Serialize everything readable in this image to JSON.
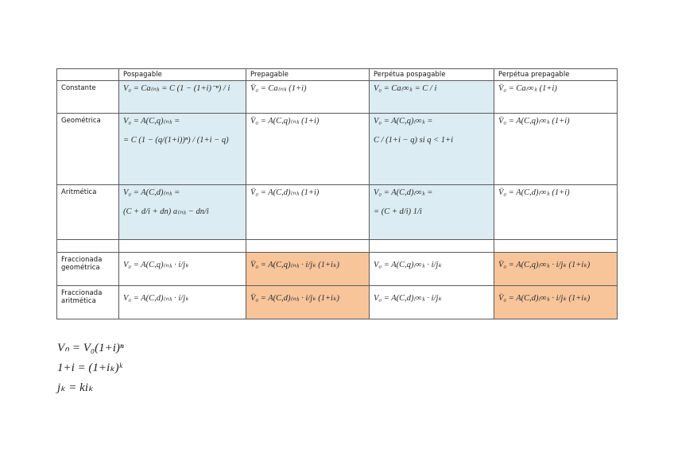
{
  "table": {
    "headers": [
      "",
      "Pospagable",
      "Prepagable",
      "Perpétua pospagable",
      "Perpétua prepagable"
    ],
    "rows": [
      {
        "label": "Constante",
        "cells": [
          {
            "f1": "V₀ = Ca₍ₙ₎ᵢ = C (1 − (1+i)⁻ⁿ) / i",
            "f2": "",
            "color": "blue"
          },
          {
            "f1": "V̈₀ = Ca₍ₙ₎ᵢ (1+i)",
            "f2": "",
            "color": "none"
          },
          {
            "f1": "V₀ = Ca₍∞₎ᵢ = C / i",
            "f2": "",
            "color": "blue"
          },
          {
            "f1": "V̈₀ = Ca₍∞₎ᵢ (1+i)",
            "f2": "",
            "color": "none"
          }
        ]
      },
      {
        "label": "Geométrica",
        "cells": [
          {
            "f1": "V₀ = A(C,q)₍ₙ₎ᵢ =",
            "f2": "= C (1 − (q/(1+i))ⁿ) / (1+i − q)",
            "color": "blue"
          },
          {
            "f1": "V̈₀ = A(C,q)₍ₙ₎ᵢ (1+i)",
            "f2": "",
            "color": "none"
          },
          {
            "f1": "V₀ = A(C,q)₍∞₎ᵢ =",
            "f2": "C / (1+i − q)   si q < 1+i",
            "color": "blue"
          },
          {
            "f1": "V̈₀ = A(C,q)₍∞₎ᵢ (1+i)",
            "f2": "",
            "color": "none"
          }
        ]
      },
      {
        "label": "Aritmética",
        "cells": [
          {
            "f1": "V₀ = A(C,d)₍ₙ₎ᵢ =",
            "f2": "(C + d/i + dn) a₍ₙ₎ᵢ − dn/i",
            "color": "blue"
          },
          {
            "f1": "V̈₀ = A(C,d)₍ₙ₎ᵢ (1+i)",
            "f2": "",
            "color": "none"
          },
          {
            "f1": "V₀ = A(C,d)₍∞₎ᵢ =",
            "f2": "= (C + d/i) 1/i",
            "color": "blue"
          },
          {
            "f1": "V̈₀ = A(C,d)₍∞₎ᵢ (1+i)",
            "f2": "",
            "color": "none"
          }
        ]
      },
      {
        "label": "",
        "cells": [
          {
            "f1": "",
            "f2": "",
            "color": "none"
          },
          {
            "f1": "",
            "f2": "",
            "color": "none"
          },
          {
            "f1": "",
            "f2": "",
            "color": "none"
          },
          {
            "f1": "",
            "f2": "",
            "color": "none"
          }
        ]
      },
      {
        "label": "Fraccionada geométrica",
        "cells": [
          {
            "f1": "V₀ = A(C,q)₍ₙ₎ᵢ · i/jₖ",
            "f2": "",
            "color": "none"
          },
          {
            "f1": "V̈₀ = A(C,q)₍ₙ₎ᵢ · i/jₖ (1+iₖ)",
            "f2": "",
            "color": "orange"
          },
          {
            "f1": "V₀ = A(C,q)₍∞₎ᵢ · i/jₖ",
            "f2": "",
            "color": "none"
          },
          {
            "f1": "V̈₀ = A(C,q)₍∞₎ᵢ · i/jₖ (1+iₖ)",
            "f2": "",
            "color": "orange"
          }
        ]
      },
      {
        "label": "Fraccionada aritmética",
        "cells": [
          {
            "f1": "V₀ = A(C,d)₍ₙ₎ᵢ · i/jₖ",
            "f2": "",
            "color": "none"
          },
          {
            "f1": "V̈₀ = A(C,d)₍ₙ₎ᵢ · i/jₖ (1+iₖ)",
            "f2": "",
            "color": "orange"
          },
          {
            "f1": "V₀ = A(C,d)₍∞₎ᵢ · i/jₖ",
            "f2": "",
            "color": "none"
          },
          {
            "f1": "V̈₀ = A(C,d)₍∞₎ᵢ · i/jₖ (1+iₖ)",
            "f2": "",
            "color": "orange"
          }
        ]
      }
    ]
  },
  "notes": [
    "Vₙ = V₀(1+i)ⁿ",
    "1+i = (1+iₖ)ᵏ",
    "jₖ = kiₖ"
  ],
  "colors": {
    "highlight_blue": "#dbecf2",
    "highlight_orange": "#f8c49a",
    "border": "#5a5a5a"
  }
}
